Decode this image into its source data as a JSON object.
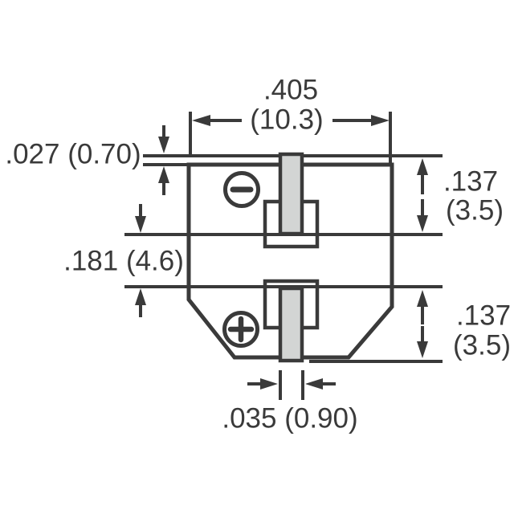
{
  "colors": {
    "line": "#3a3a3a",
    "text": "#3a3a3a",
    "terminal_fill": "#d3d5d4",
    "background": "#ffffff"
  },
  "drawing": {
    "type": "technical-dimension-drawing",
    "icons": [
      "minus-polarity-icon",
      "plus-polarity-icon"
    ]
  },
  "dimensions": {
    "body_width": {
      "inches": ".405",
      "mm": "(10.3)"
    },
    "terminal_protrusion": {
      "label": ".027 (0.70)"
    },
    "terminal_gap": {
      "label": ".181 (4.6)"
    },
    "terminal_length_top": {
      "inches": ".137",
      "mm": "(3.5)"
    },
    "terminal_length_bottom": {
      "inches": ".137",
      "mm": "(3.5)"
    },
    "terminal_width": {
      "label": ".035 (0.90)"
    }
  }
}
